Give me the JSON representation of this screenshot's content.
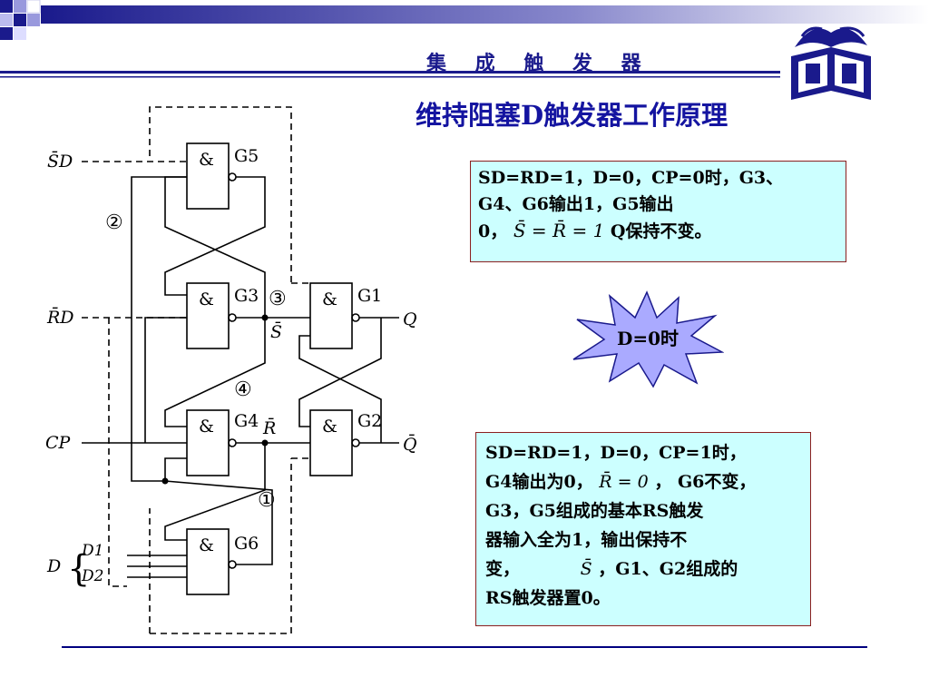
{
  "header": {
    "title": "集 成 触 发 器"
  },
  "slide": {
    "title": "维持阻塞D触发器工作原理"
  },
  "circuit": {
    "gate_symbol": "&",
    "gates": [
      "G5",
      "G3",
      "G1",
      "G4",
      "G2",
      "G6"
    ],
    "inputs": [
      "S̄D",
      "R̄D",
      "CP",
      "D",
      "D1",
      "D2"
    ],
    "outputs": [
      "Q",
      "Q̄"
    ],
    "internal_labels": [
      "S̄",
      "R̄"
    ],
    "path_markers": [
      "②",
      "③",
      "④",
      "①"
    ]
  },
  "box_top": {
    "line1": "SD=RD=1，D=0，CP=0时，G3、",
    "line2": "G4、G6输出1，G5输出",
    "line3_a": "0，",
    "line3_formula": "S̄ = R̄ = 1",
    "line3_b": " Q保持不变。"
  },
  "starburst": {
    "label": "D=0时"
  },
  "box_bottom": {
    "line1": "SD=RD=1，D=0，CP=1时，",
    "line2_a": "G4输出为0，",
    "line2_formula": "R̄ = 0",
    "line2_b": "， G6不变，",
    "line3": "G3，G5组成的基本RS触发",
    "line4": "器输入全为1，输出保持不",
    "line5_a": "变，",
    "line5_formula": "S̄",
    "line5_b": "，G1、G2组成的",
    "line6": "RS触发器置0。"
  },
  "colors": {
    "title": "#1414a0",
    "box_fill": "#ccffff",
    "box_border": "#8b2020",
    "starburst_fill": "#aaaaff",
    "rule": "#000080"
  }
}
